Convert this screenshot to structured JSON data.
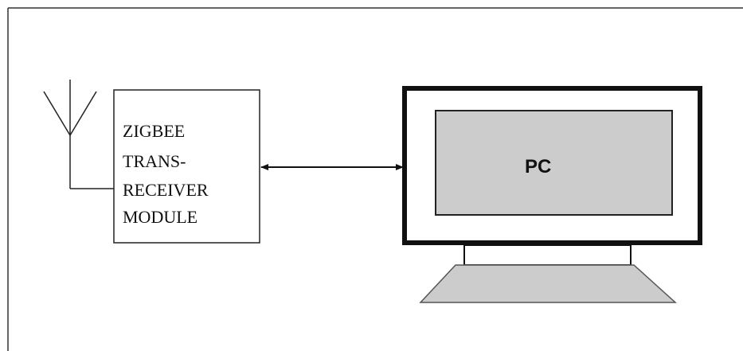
{
  "module": {
    "lines": [
      "ZIGBEE",
      "TRANS-",
      "RECEIVER",
      "MODULE"
    ]
  },
  "pc": {
    "label": "PC"
  }
}
